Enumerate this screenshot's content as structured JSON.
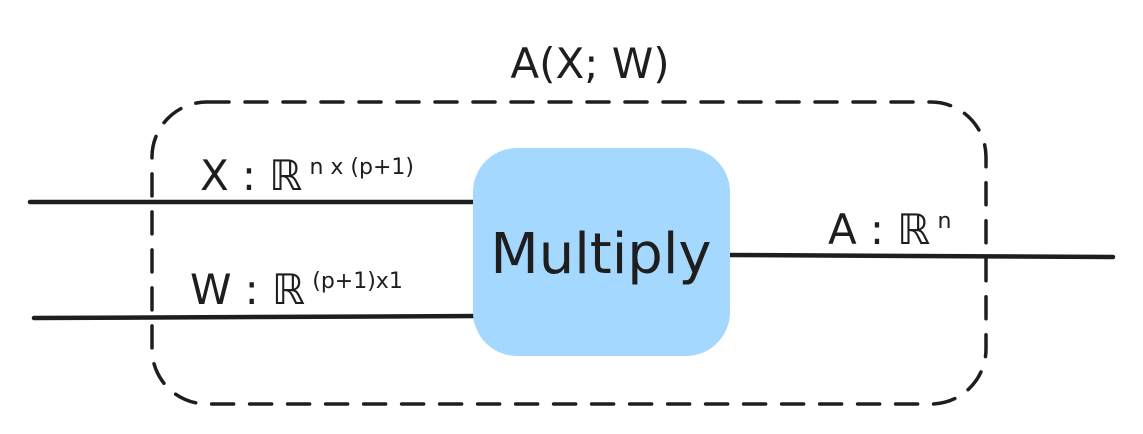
{
  "diagram": {
    "title": "A(X; W)",
    "node": {
      "label": "Multiply",
      "fill": "#a5d8ff"
    },
    "inputs": [
      {
        "name": "X",
        "sep": ":",
        "space": "ℝ",
        "dims": "n x (p+1)"
      },
      {
        "name": "W",
        "sep": ":",
        "space": "ℝ",
        "dims": "(p+1)x1"
      }
    ],
    "output": {
      "name": "A",
      "sep": ":",
      "space": "ℝ",
      "dims": "n"
    },
    "stroke_color": "#1e1e1e"
  }
}
